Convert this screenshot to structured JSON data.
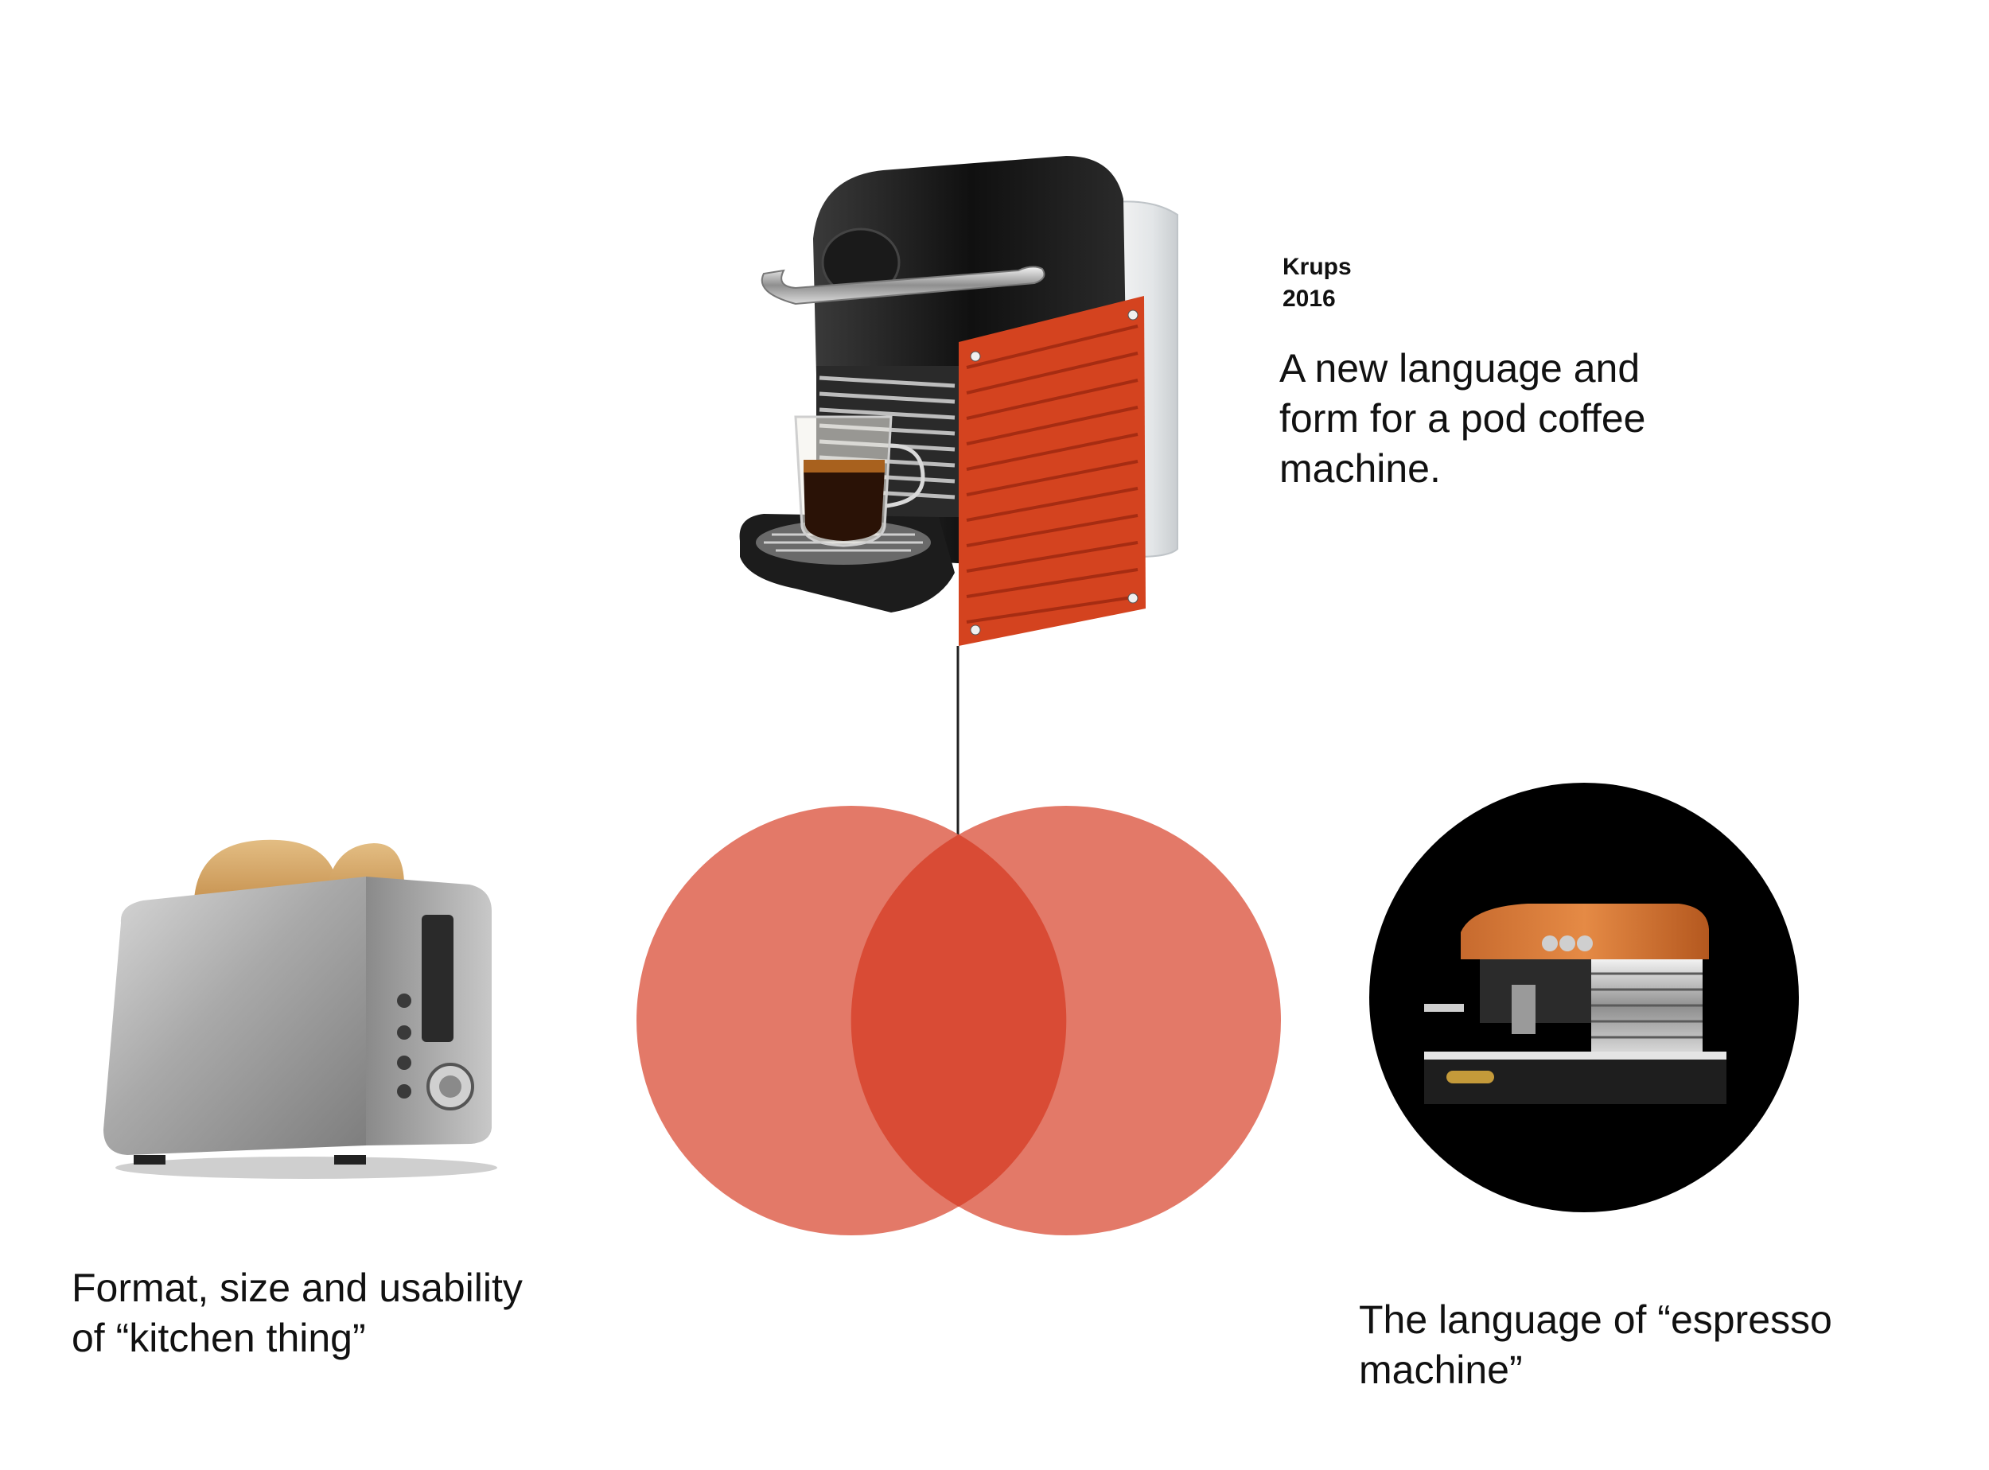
{
  "product": {
    "brand": "Krups",
    "year": "2016",
    "description_lines": [
      "A new language and",
      "form for a pod coffee",
      "machine."
    ]
  },
  "left_influence": {
    "lines": [
      "Format, size and usability",
      "of “kitchen thing”"
    ],
    "icon": "toaster-icon"
  },
  "right_influence": {
    "lines": [
      "The language of “espresso",
      "machine”"
    ],
    "icon": "espresso-machine-icon"
  },
  "center_icon": "pod-coffee-machine-icon",
  "colors": {
    "circle": "#e06a58",
    "overlap": "#d94b35",
    "machine_panel": "#d4431f",
    "espresso_bg": "#000000",
    "connector": "#222222"
  }
}
